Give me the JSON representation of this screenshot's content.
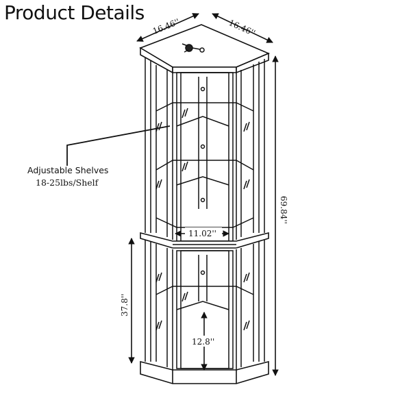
{
  "title": "Product Details",
  "callout": {
    "line1": "Adjustable Shelves",
    "line2": "18-25lbs/Shelf"
  },
  "dimensions": {
    "top_left_width": "16.46''",
    "top_right_width": "16.46''",
    "total_height": "69.84''",
    "lower_height": "37.8''",
    "inner_width": "11.02''",
    "shelf_spacing": "12.8''"
  },
  "icons": {
    "lock": "key-lock-icon"
  }
}
